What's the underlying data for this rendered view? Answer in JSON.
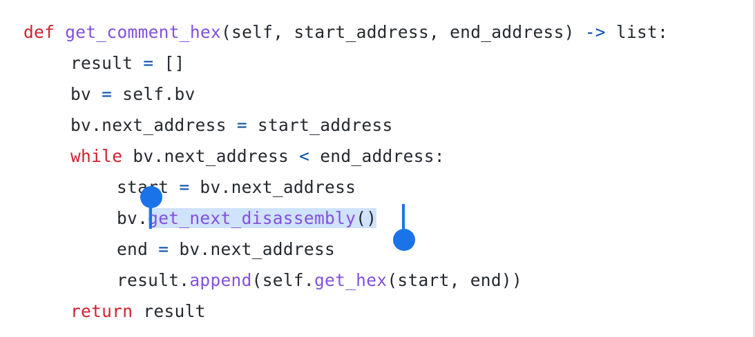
{
  "code": {
    "line1": {
      "def": "def",
      "space1": " ",
      "name": "get_comment_hex",
      "params": "(self, start_address, end_address) ",
      "arrow": "->",
      "ret": " list:"
    },
    "line2": {
      "lhs": "result ",
      "eq": "=",
      "rhs": " []"
    },
    "line3": {
      "lhs": "bv ",
      "eq": "=",
      "rhs": " self.bv"
    },
    "line4": {
      "lhs": "bv.next_address ",
      "eq": "=",
      "rhs": " start_address"
    },
    "line5": {
      "kw": "while",
      "lhs": " bv.next_address ",
      "op": "<",
      "rhs": " end_address:"
    },
    "line6": {
      "lhs": "start ",
      "eq": "=",
      "rhs": " bv.next_address"
    },
    "line7": {
      "obj": "bv.",
      "method": "get_next_disassembly",
      "call": "()"
    },
    "line8": {
      "lhs": "end ",
      "eq": "=",
      "rhs": " bv.next_address"
    },
    "line9": {
      "obj": "result.",
      "method": "append",
      "mid": "(self.",
      "method2": "get_hex",
      "args": "(start, end))"
    },
    "line10": {
      "kw": "return",
      "rhs": " result"
    }
  },
  "colors": {
    "keyword": "#cf222e",
    "function": "#8250df",
    "operator": "#0550ae",
    "text": "#24292f",
    "selection": "#cfe3fb",
    "selection_handle": "#1a73e8"
  }
}
